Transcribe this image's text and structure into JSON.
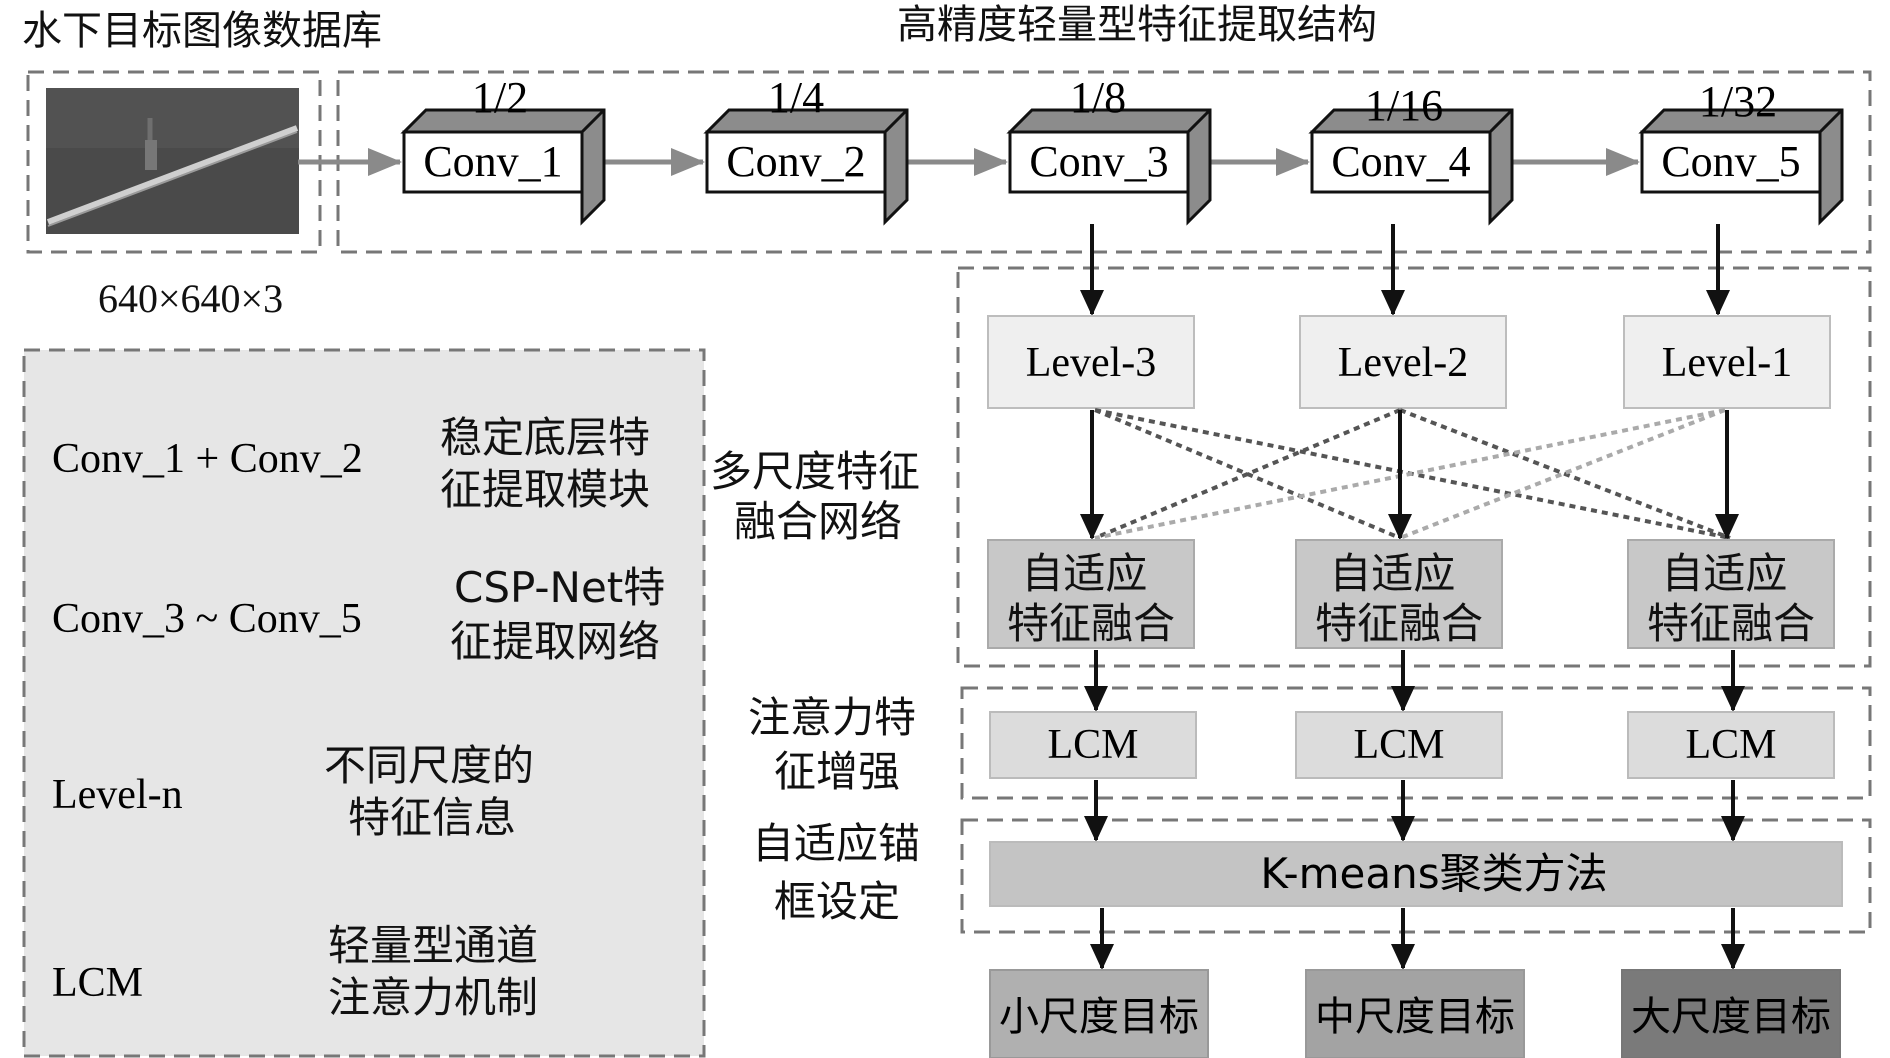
{
  "diagram": {
    "db_title": "水下目标图像数据库",
    "struct_title": "高精度轻量型特征提取结构",
    "input_size": "640×640×3",
    "convs": [
      {
        "label": "Conv_1",
        "scale": "1/2"
      },
      {
        "label": "Conv_2",
        "scale": "1/4"
      },
      {
        "label": "Conv_3",
        "scale": "1/8"
      },
      {
        "label": "Conv_4",
        "scale": "1/16"
      },
      {
        "label": "Conv_5",
        "scale": "1/32"
      }
    ],
    "levels": [
      "Level-3",
      "Level-2",
      "Level-1"
    ],
    "fusion_label": [
      "多尺度特征",
      "融合网络"
    ],
    "fusion_box": [
      "自适应",
      "特征融合"
    ],
    "attention_label": [
      "注意力特",
      "征增强"
    ],
    "lcm": "LCM",
    "anchor_label": [
      "自适应锚",
      "框设定"
    ],
    "kmeans": "K-means聚类方法",
    "outputs": [
      "小尺度目标",
      "中尺度目标",
      "大尺度目标"
    ],
    "output_colors": [
      "#b0b0b0",
      "#a3a3a3",
      "#7a7a7a"
    ],
    "legend": [
      {
        "term": "Conv_1 + Conv_2",
        "desc": [
          "稳定底层特",
          "征提取模块"
        ]
      },
      {
        "term": "Conv_3 ~ Conv_5",
        "desc": [
          "CSP-Net特",
          "征提取网络"
        ]
      },
      {
        "term": "Level-n",
        "desc": [
          "不同尺度的",
          "特征信息"
        ]
      },
      {
        "term": "LCM",
        "desc": [
          "轻量型通道",
          "注意力机制"
        ]
      }
    ]
  }
}
